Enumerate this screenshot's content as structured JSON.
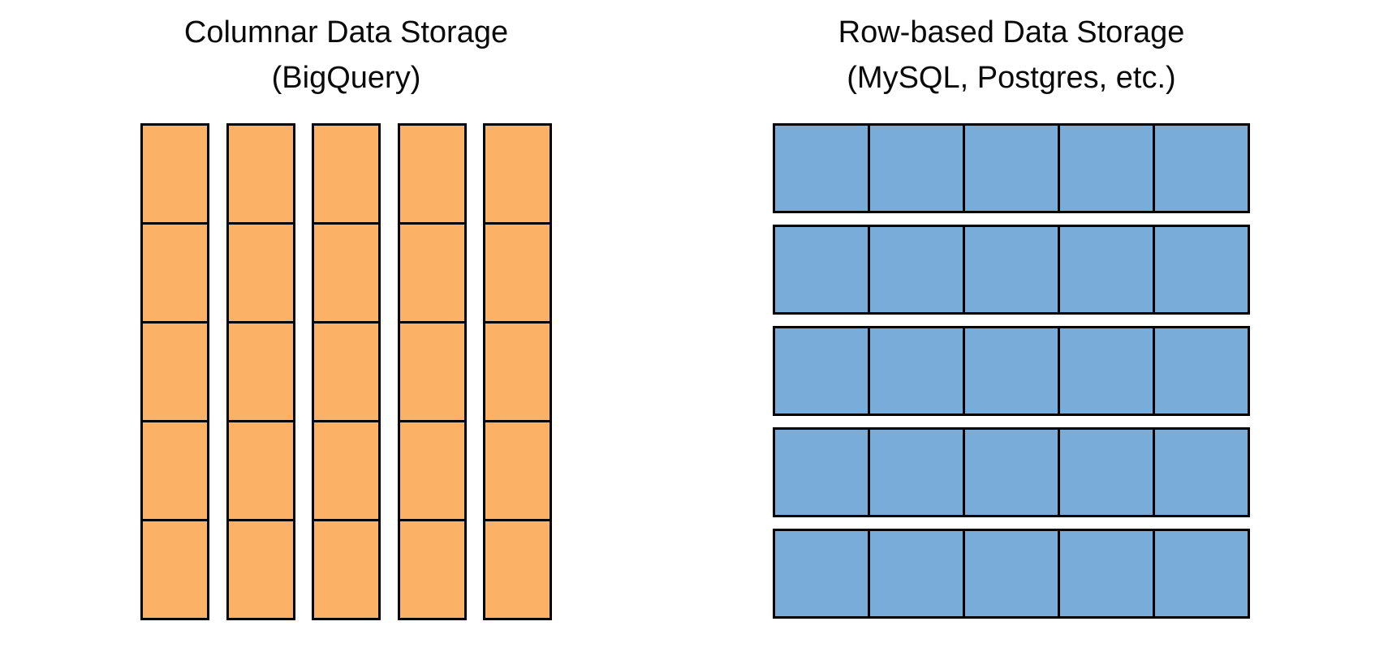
{
  "page": {
    "background_color": "#ffffff",
    "text_color": "#0a0a0a",
    "border_color": "#000000"
  },
  "left_panel": {
    "title_line1": "Columnar Data Storage",
    "title_line2": "(BigQuery)",
    "grid": {
      "orientation": "columns",
      "groups": 5,
      "cells_per_group": 5,
      "fill_color": "#FCB266",
      "border_color": "#000000"
    }
  },
  "right_panel": {
    "title_line1": "Row-based Data Storage",
    "title_line2": "(MySQL, Postgres, etc.)",
    "grid": {
      "orientation": "rows",
      "groups": 5,
      "cells_per_group": 5,
      "fill_color": "#7AACD9",
      "border_color": "#000000"
    }
  }
}
